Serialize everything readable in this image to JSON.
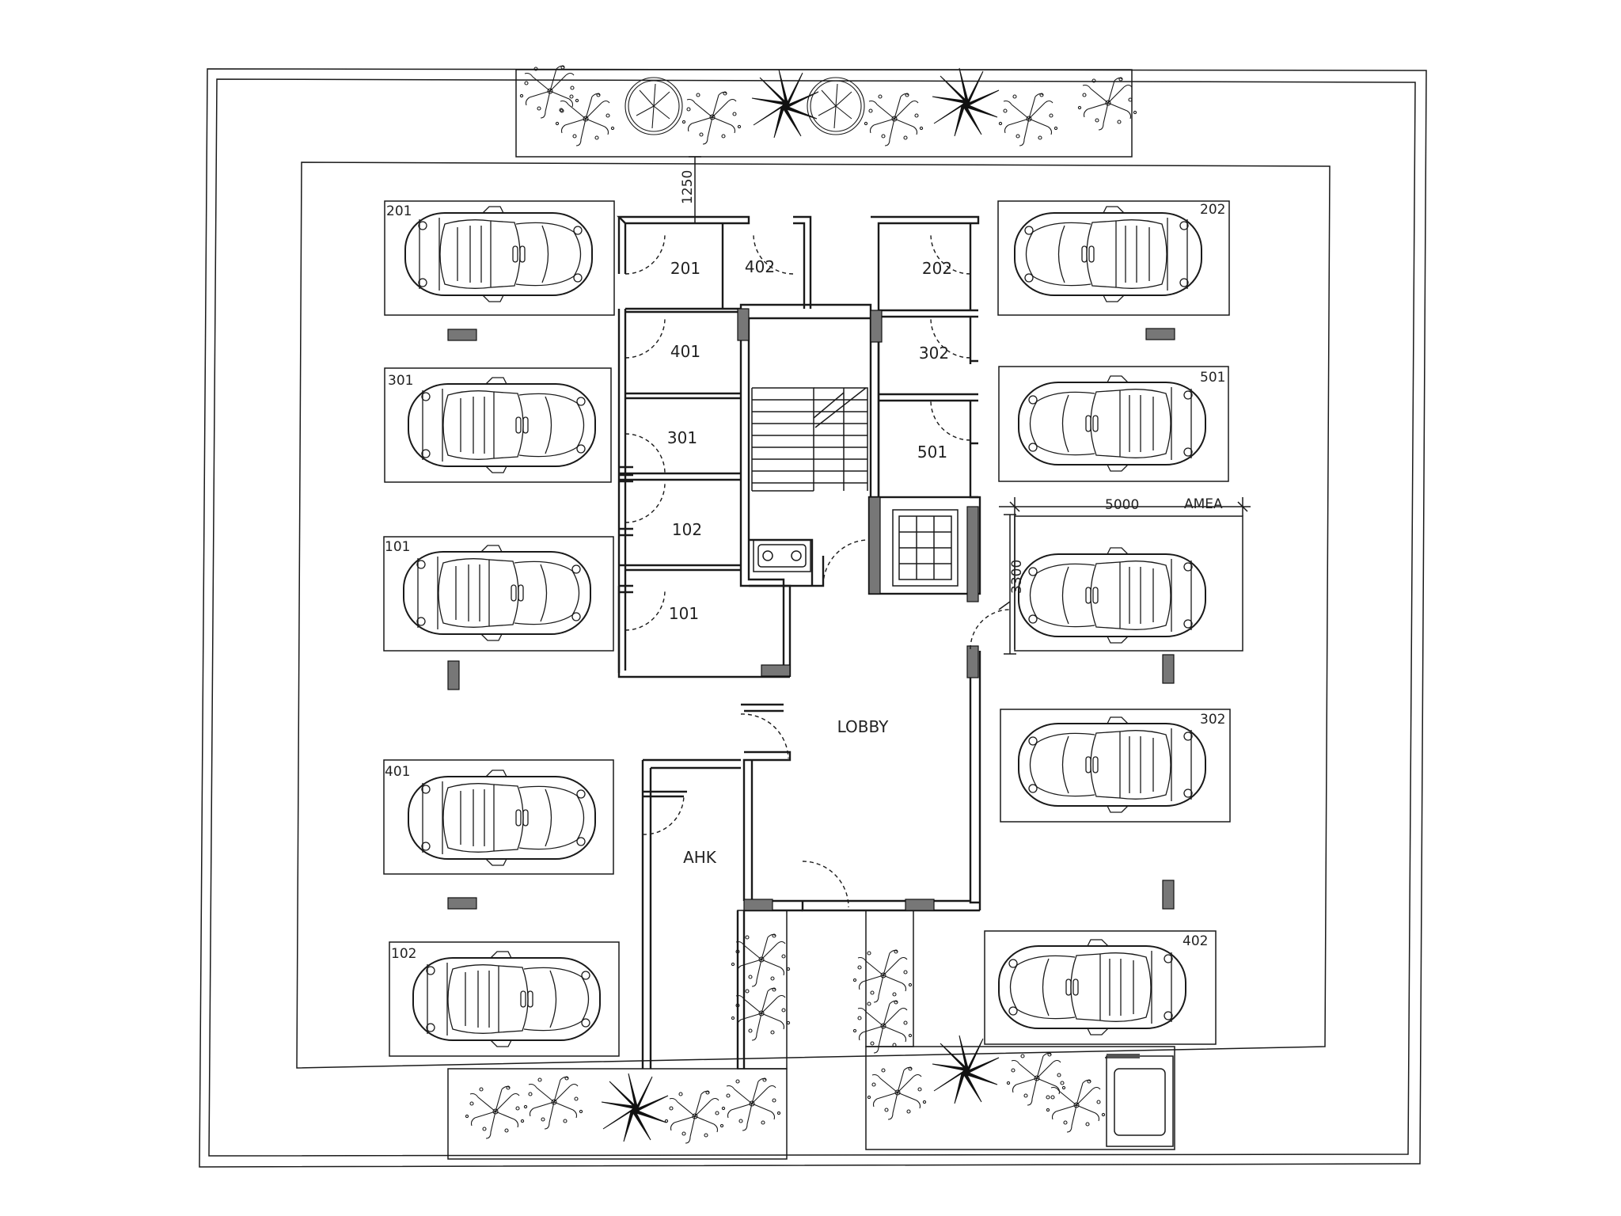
{
  "rooms": {
    "r201": "201",
    "r402": "402",
    "r202": "202",
    "r401": "401",
    "r302": "302",
    "r301": "301",
    "r501": "501",
    "r102": "102",
    "r101": "101",
    "lobby": "LOBBY",
    "ahk": "AHK"
  },
  "parking": {
    "p201": "201",
    "p202": "202",
    "p301": "301",
    "p501": "501",
    "p101": "101",
    "pamea": "AMEA",
    "p302": "302",
    "p401": "401",
    "p102": "102",
    "p402": "402"
  },
  "dimensions": {
    "d1250": "1250",
    "d5000": "5000",
    "d3300": "3300"
  }
}
